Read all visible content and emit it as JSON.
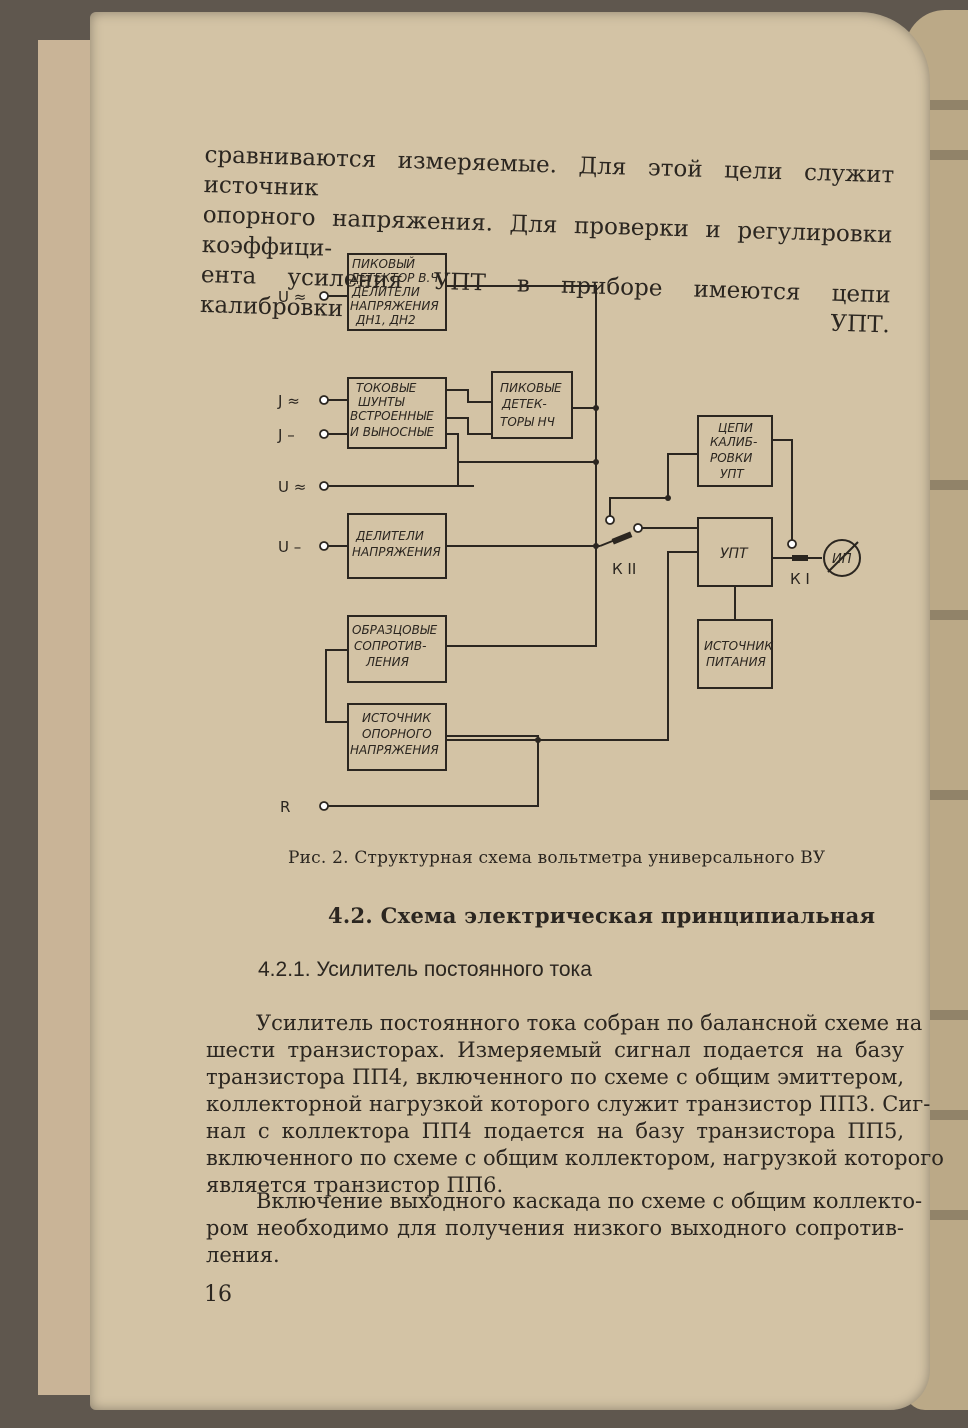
{
  "top_paragraph": [
    "сравниваются измеряемые. Для этой цели служит источник",
    "опорного напряжения. Для проверки и регулировки коэффици-",
    "ента усиления УПТ в приборе имеются цепи калибровки УПТ."
  ],
  "diagram": {
    "blocks": [
      [
        "ПИКОВЫЙ",
        "ДЕТЕКТОР В.Ч.",
        "ДЕЛИТЕЛИ",
        "НАПРЯЖЕНИЯ",
        "ДН1, ДН2"
      ],
      [
        "ТОКОВЫЕ",
        "ШУНТЫ",
        "ВСТРОЕННЫЕ",
        "И ВЫНОСНЫЕ"
      ],
      [
        "ПИКОВЫЕ",
        "ДЕТЕК-",
        "ТОРЫ НЧ"
      ],
      [
        "ДЕЛИТЕЛИ",
        "НАПРЯЖЕНИЯ"
      ],
      [
        "ОБРАЗЦОВЫЕ",
        "СОПРОТИВ-",
        "ЛЕНИЯ"
      ],
      [
        "ИСТОЧНИК",
        "ОПОРНОГО",
        "НАПРЯЖЕНИЯ"
      ],
      [
        "ЦЕПИ",
        "КАЛИБ-",
        "РОВКИ",
        "УПТ"
      ],
      [
        "УПТ"
      ],
      [
        "ИСТОЧНИК",
        "ПИТАНИЯ"
      ]
    ],
    "inputs": [
      "U ≈",
      "J ≈",
      "J –",
      "U ≈",
      "U –",
      "R"
    ],
    "switch_k2": "К II",
    "switch_k1": "К I",
    "meter": "ИП"
  },
  "caption": "Рис. 2. Структурная схема вольтметра универсального ВУ",
  "section_title": "4.2. Схема электрическая принципиальная",
  "subsection_title": "4.2.1. Усилитель постоянного тока",
  "paragraph1": [
    "Усилитель постоянного тока собран по балансной схеме на",
    "шести транзисторах. Измеряемый сигнал подается на базу",
    "транзистора ПП4, включенного по схеме с общим эмиттером,",
    "коллекторной нагрузкой которого служит транзистор ПП3. Сиг-",
    "нал с коллектора ПП4 подается на базу транзистора ПП5,",
    "включенного по схеме с общим коллектором, нагрузкой которого",
    "является транзистор ПП6."
  ],
  "paragraph2": [
    "Включение выходного каскада по схеме с общим коллекто-",
    "ром необходимо для получения низкого выходного сопротив-",
    "ления."
  ],
  "page_number": "16"
}
